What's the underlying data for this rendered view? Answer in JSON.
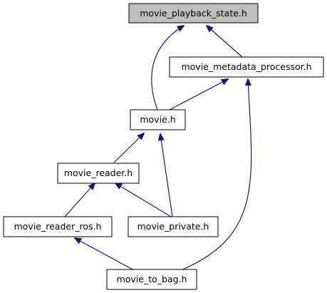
{
  "diagram": {
    "type": "include-dependency-graph",
    "colors": {
      "edge": "#191970",
      "node_border": "#000000",
      "node_fill": "#ffffff",
      "root_fill": "#bfbfbf",
      "text": "#000000"
    },
    "nodes": [
      {
        "id": "movie_playback_state",
        "label": "movie_playback_state.h",
        "highlighted": true
      },
      {
        "id": "movie_metadata_processor",
        "label": "movie_metadata_processor.h",
        "highlighted": false
      },
      {
        "id": "movie",
        "label": "movie.h",
        "highlighted": false
      },
      {
        "id": "movie_reader",
        "label": "movie_reader.h",
        "highlighted": false
      },
      {
        "id": "movie_reader_ros",
        "label": "movie_reader_ros.h",
        "highlighted": false
      },
      {
        "id": "movie_private",
        "label": "movie_private.h",
        "highlighted": false
      },
      {
        "id": "movie_to_bag",
        "label": "movie_to_bag.h",
        "highlighted": false
      }
    ],
    "edges": [
      {
        "from": "movie_metadata_processor",
        "to": "movie_playback_state"
      },
      {
        "from": "movie",
        "to": "movie_playback_state"
      },
      {
        "from": "movie",
        "to": "movie_metadata_processor"
      },
      {
        "from": "movie_to_bag",
        "to": "movie_metadata_processor"
      },
      {
        "from": "movie_reader",
        "to": "movie"
      },
      {
        "from": "movie_private",
        "to": "movie"
      },
      {
        "from": "movie_reader_ros",
        "to": "movie_reader"
      },
      {
        "from": "movie_private",
        "to": "movie_reader"
      },
      {
        "from": "movie_to_bag",
        "to": "movie_reader_ros"
      }
    ]
  }
}
